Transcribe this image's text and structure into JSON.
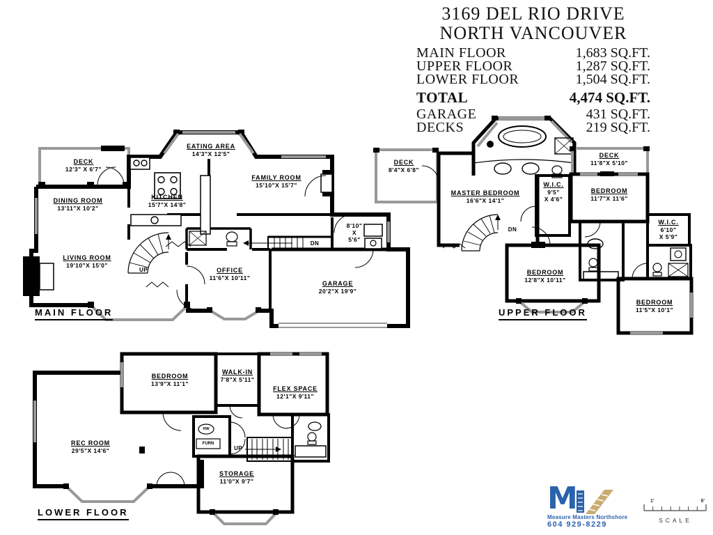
{
  "header": {
    "address_line1": "3169 DEL RIO DRIVE",
    "address_line2": "NORTH VANCOUVER",
    "areas": [
      {
        "label": "MAIN FLOOR",
        "value": "1,683 SQ.FT."
      },
      {
        "label": "UPPER FLOOR",
        "value": "1,287 SQ.FT."
      },
      {
        "label": "LOWER FLOOR",
        "value": "1,504 SQ.FT."
      },
      {
        "label": "TOTAL",
        "value": "4,474 SQ.FT."
      },
      {
        "label": "GARAGE",
        "value": "431 SQ.FT."
      },
      {
        "label": "DECKS",
        "value": "219 SQ.FT."
      }
    ]
  },
  "main_floor": {
    "title": "MAIN FLOOR",
    "rooms": [
      {
        "name": "DECK",
        "dims": "12'3\" X  6'7\""
      },
      {
        "name": "DINING ROOM",
        "dims": "13'11\"X  10'2\""
      },
      {
        "name": "KITCHEN",
        "dims": "15'7\"X  14'8\""
      },
      {
        "name": "EATING AREA",
        "dims": "14'3\"X  12'5\""
      },
      {
        "name": "FAMILY ROOM",
        "dims": "15'10\"X  15'7\""
      },
      {
        "name": "LIVING ROOM",
        "dims": "19'10\"X  15'0\""
      },
      {
        "name": "OFFICE",
        "dims": "11'6\"X  10'11\""
      },
      {
        "name": "GARAGE",
        "dims": "20'2\"X  19'9\""
      }
    ],
    "laundry": {
      "l1": "8'10\"",
      "l2": "X",
      "l3": "5'6\""
    },
    "stairs": {
      "up": "UP",
      "dn": "DN"
    }
  },
  "upper_floor": {
    "title": "UPPER FLOOR",
    "rooms": [
      {
        "name": "DECK",
        "dims": "8'4\"X  6'8\""
      },
      {
        "name": "MASTER BEDROOM",
        "dims": "16'6\"X  14'1\""
      },
      {
        "name": "DECK",
        "dims": "11'8\"X  5'10\""
      },
      {
        "name": "BEDROOM",
        "dims": "11'7\"X  11'6\""
      },
      {
        "name": "BEDROOM",
        "dims": "12'8\"X  10'11\""
      },
      {
        "name": "BEDROOM",
        "dims": "11'5\"X  10'1\""
      }
    ],
    "closets": [
      {
        "name": "W.I.C.",
        "l1": "9'5\"",
        "l2": "X  4'6\""
      },
      {
        "name": "W.I.C.",
        "l1": "6'10\"",
        "l2": "X  5'9\""
      }
    ],
    "stairs": {
      "dn": "DN"
    }
  },
  "lower_floor": {
    "title": "LOWER FLOOR",
    "rooms": [
      {
        "name": "BEDROOM",
        "dims": "13'9\"X  11'1\""
      },
      {
        "name": "WALK-IN",
        "dims": "7'8\"X  5'11\""
      },
      {
        "name": "FLEX SPACE",
        "dims": "12'1\"X  9'11\""
      },
      {
        "name": "REC  ROOM",
        "dims": "29'5\"X  14'6\""
      },
      {
        "name": "STORAGE",
        "dims": "11'0\"X  9'7\""
      }
    ],
    "utility": {
      "hw": "HW",
      "furn": "FURN"
    },
    "stairs": {
      "up": "UP"
    }
  },
  "footer": {
    "logo": {
      "monogram": "M",
      "company": "Measure Masters Northshore",
      "phone": "604 929-8229",
      "blue": "#2a62ac",
      "tan": "#c9ab72"
    },
    "scale": {
      "tick_left": "1'",
      "tick_right": "6'",
      "label": "SCALE"
    }
  },
  "colors": {
    "wall": "#000000",
    "window": "#999999"
  }
}
